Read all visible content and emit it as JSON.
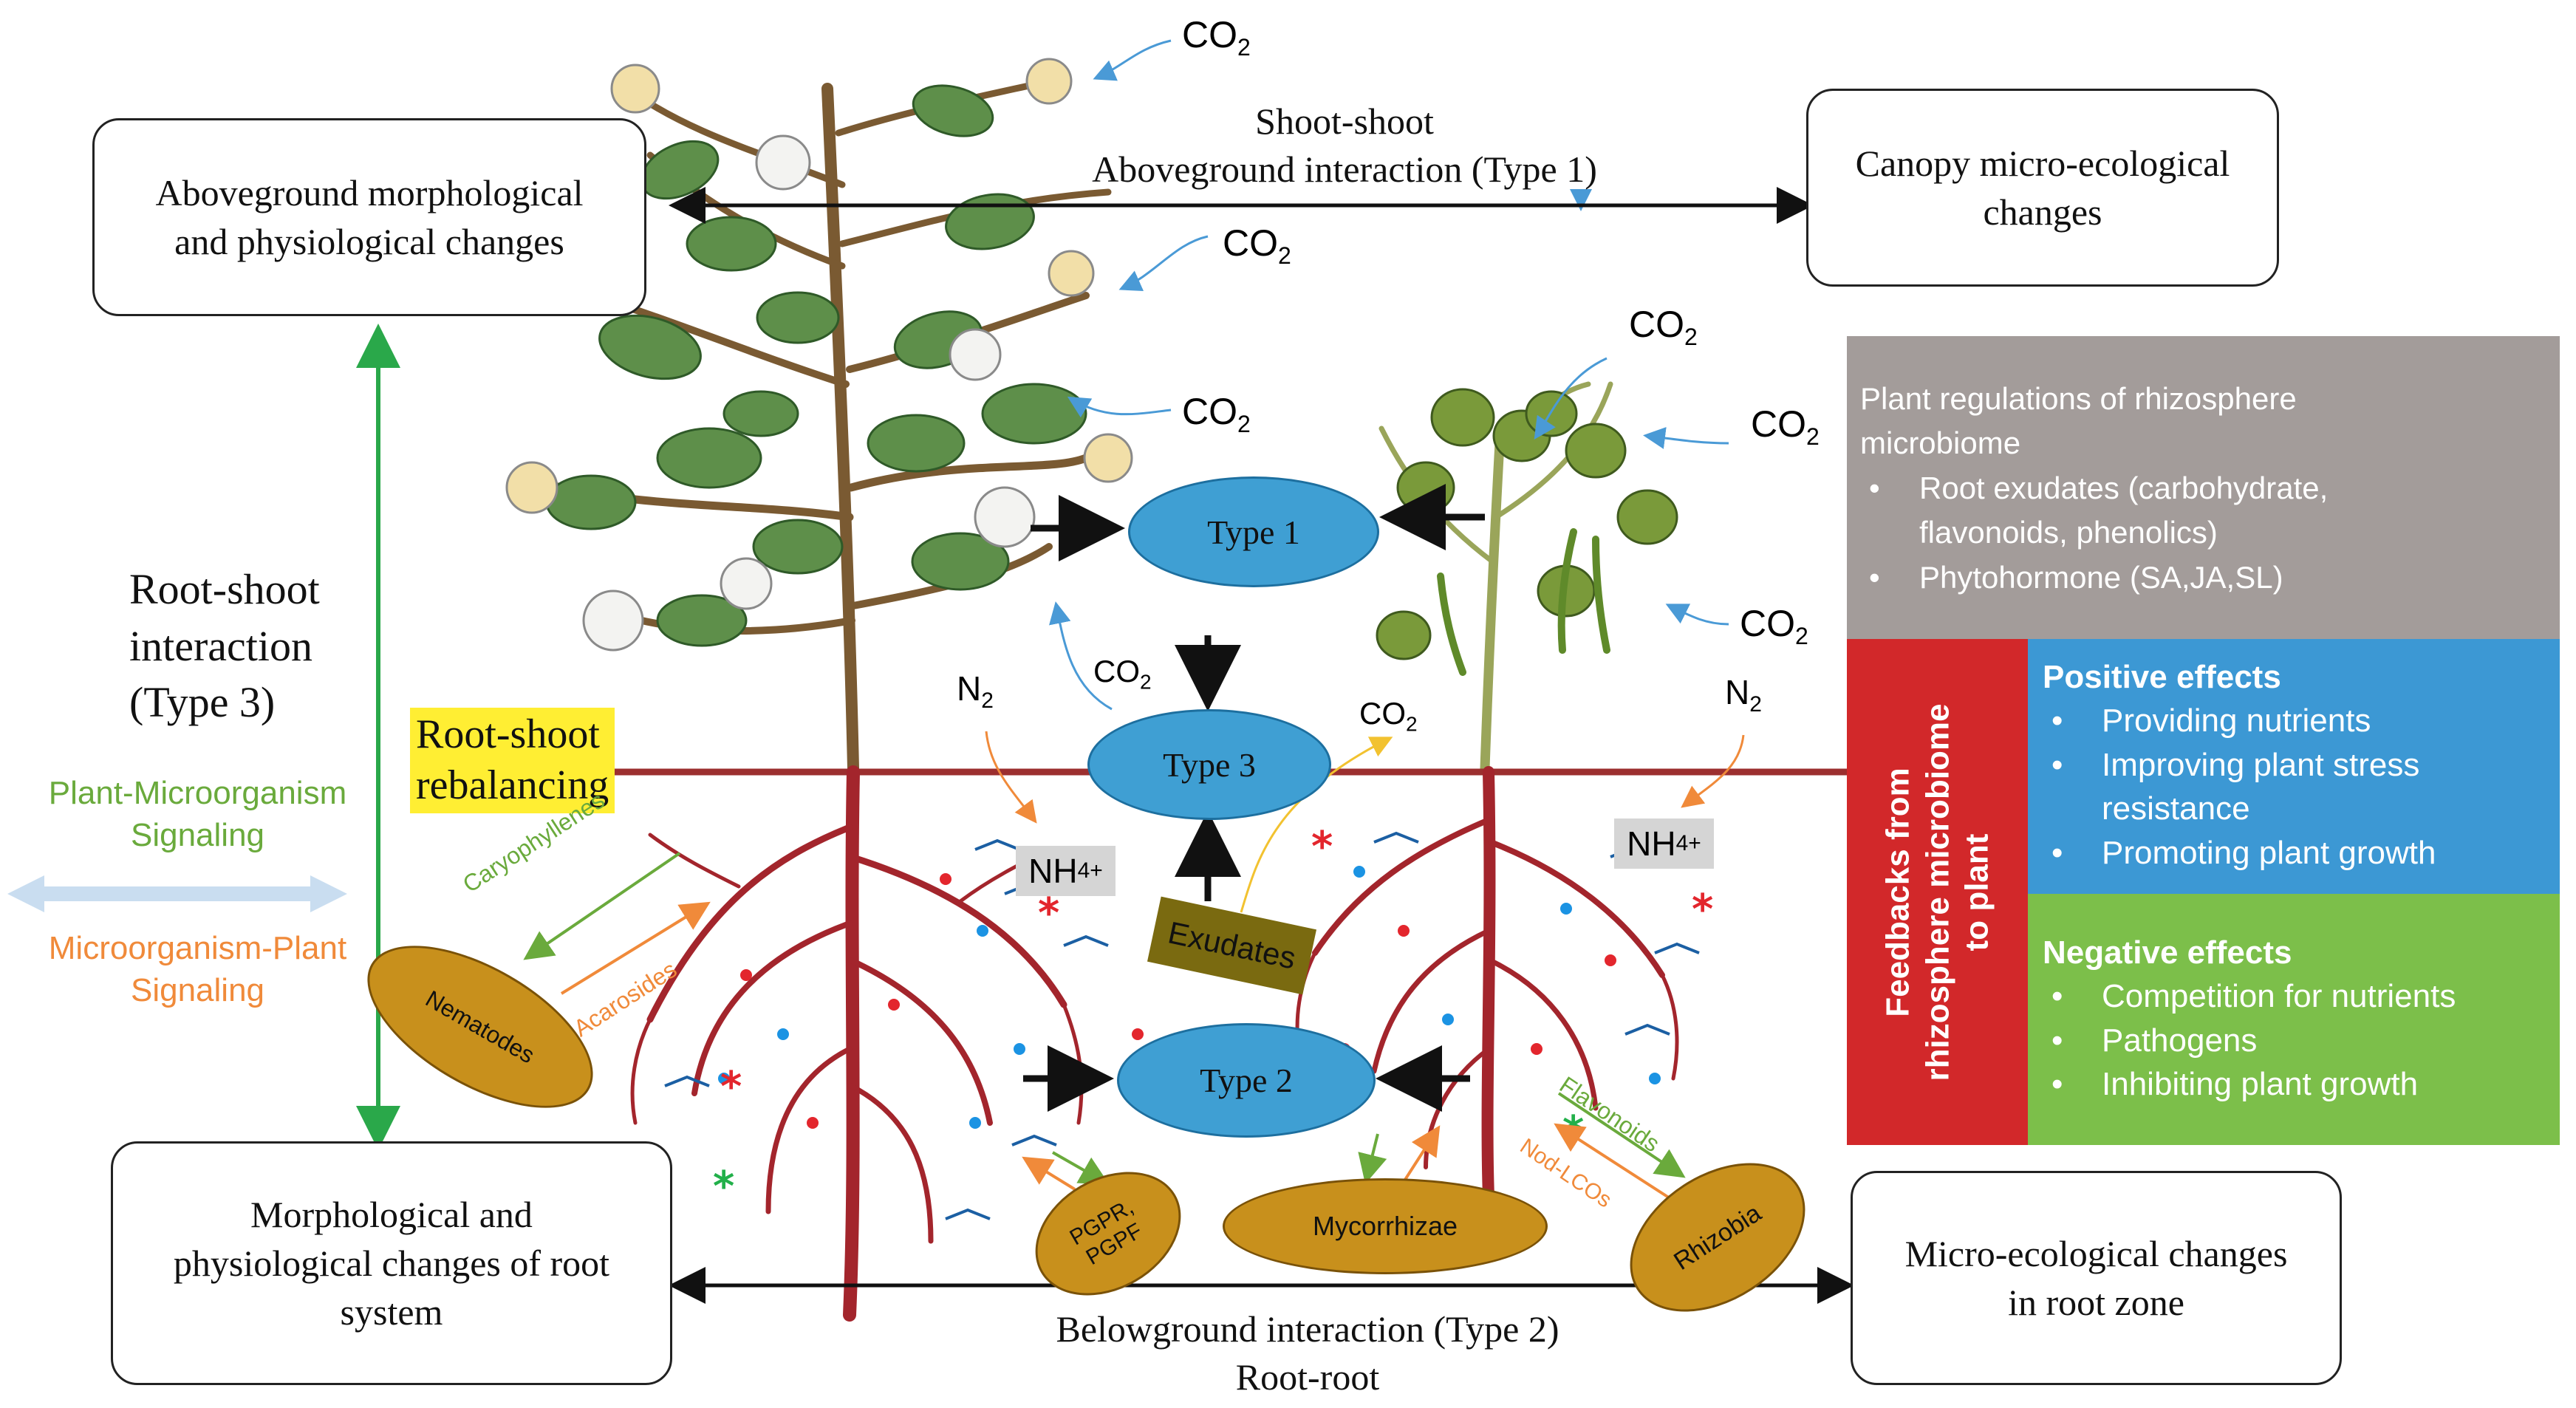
{
  "boxes": {
    "aboveground": "Aboveground morphological\nand physiological  changes",
    "canopy": "Canopy  micro-ecological\nchanges",
    "root_system": "Morphological and\nphysiological  changes of root\nsystem",
    "root_zone": "Micro-ecological changes\nin root zone"
  },
  "labels": {
    "shoot_shoot": "Shoot-shoot",
    "aboveground_interaction": "Aboveground interaction (Type 1)",
    "belowground_interaction": "Belowground interaction (Type 2)",
    "root_root": "Root-root",
    "root_shoot_interaction": "Root-shoot\ninteraction\n(Type 3)",
    "root_shoot_rebalancing": "Root-shoot\nrebalancing",
    "plant_microorganism_signaling": "Plant-Microorganism\nSignaling",
    "microorganism_plant_signaling": "Microorganism-Plant\nSignaling"
  },
  "nodes": {
    "type1": "Type 1",
    "type2": "Type 2",
    "type3": "Type 3"
  },
  "gases": {
    "co2": "CO",
    "co2_sub": "2",
    "n2": "N",
    "n2_sub": "2",
    "nh4": "NH",
    "nh4_sub": "4",
    "nh4_sup": "+"
  },
  "soil": {
    "exudates": "Exudates",
    "caryophyllenes": "Caryophyllenes",
    "acarosides": "Acarosides",
    "flavonoids": "Flavonoids",
    "nod_lcos": "Nod-LCOs"
  },
  "organisms": {
    "nematodes": "Nematodes",
    "pgpr": "PGPR,\nPGPF",
    "mycorrhizae": "Mycorrhizae",
    "rhizobia": "Rhizobia"
  },
  "panel": {
    "regulation_title": "Plant regulations of  rhizosphere\nmicrobiome",
    "regulation_items": [
      "Root exudates (carbohydrate,\nflavonoids, phenolics)",
      "Phytohormone (SA,JA,SL)"
    ],
    "feedback_title": "Feedbacks from\nrhizosphere microbiome\nto plant",
    "positive_title": "Positive effects",
    "positive_items": [
      "Providing nutrients",
      "Improving plant stress\nresistance",
      "Promoting plant growth"
    ],
    "negative_title": "Negative effects",
    "negative_items": [
      "Competition for nutrients",
      "Pathogens",
      "Inhibiting plant growth"
    ]
  },
  "colors": {
    "node_fill": "#3f9fd3",
    "organism_fill": "#c8901c",
    "root": "#a3252c",
    "soil_line": "#9c2f2f",
    "regulation_panel": "#a39c9a",
    "feedback_panel": "#d2282a",
    "positive_panel": "#3c98d4",
    "negative_panel": "#7cbf4a",
    "plant_signal": "#6aaa3c",
    "microbe_signal": "#f08a3a",
    "rebalancing_highlight": "#ffee33",
    "exudates_tag": "#7a6a10",
    "vertical_arrow": "#2aa84a"
  }
}
